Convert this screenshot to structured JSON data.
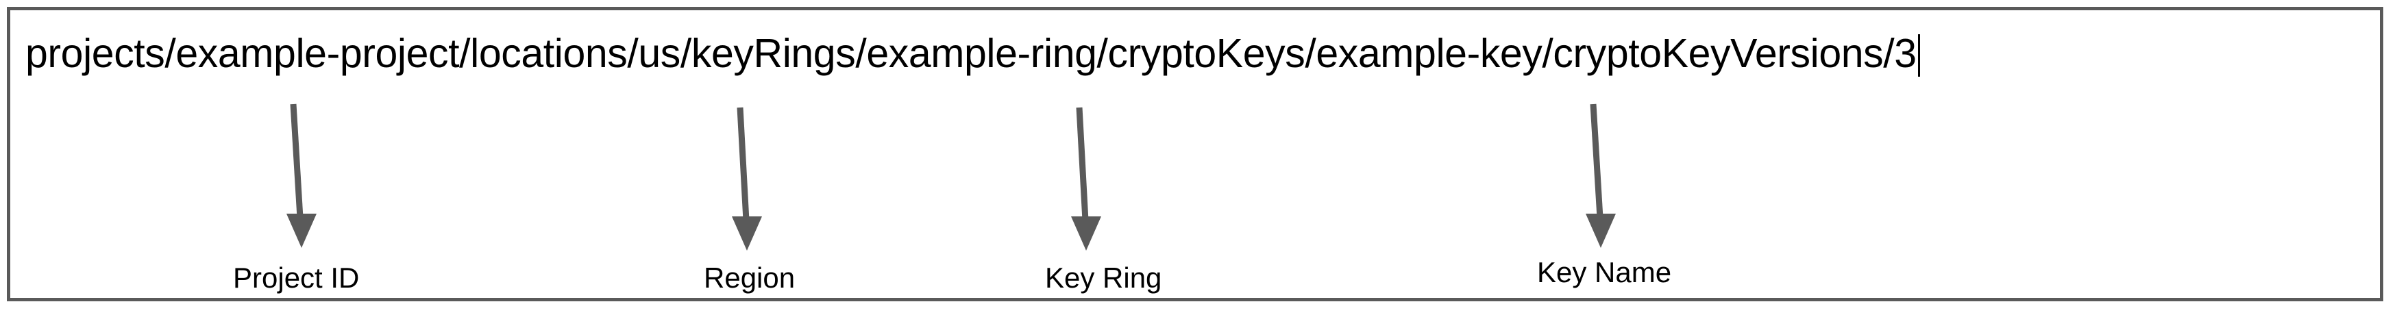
{
  "panel": {
    "border_color": "#5a5a5a",
    "background_color": "#ffffff"
  },
  "path_field": {
    "value": "projects/example-project/locations/us/keyRings/example-ring/cryptoKeys/example-key/cryptoKeyVersions/3",
    "text_color": "#000000",
    "caret_visible": true
  },
  "annotations": {
    "arrow_color": "#5a5a5a",
    "callouts": [
      {
        "label": "Project ID",
        "target_segment": "example-project"
      },
      {
        "label": "Region",
        "target_segment": "us"
      },
      {
        "label": "Key Ring",
        "target_segment": "example-ring"
      },
      {
        "label": "Key Name",
        "target_segment": "example-key"
      }
    ]
  }
}
